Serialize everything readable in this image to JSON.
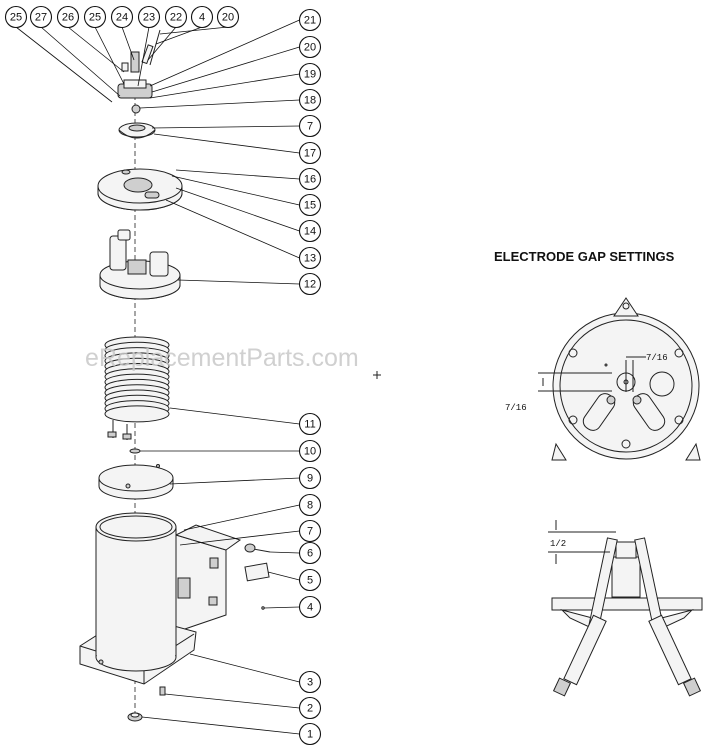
{
  "diagram": {
    "title": "ELECTRODE GAP SETTINGS",
    "watermark": "eReplacementParts.com",
    "dimensions": {
      "top_view_horizontal": "7/16",
      "top_view_vertical": "7/16",
      "side_view_gap": "1/2"
    },
    "callouts_top": [
      "25",
      "27",
      "26",
      "25",
      "24",
      "23",
      "22",
      "4",
      "20"
    ],
    "callouts_right": [
      "21",
      "20",
      "19",
      "18",
      "7",
      "17",
      "16",
      "15",
      "14",
      "13",
      "12",
      "11",
      "10",
      "9",
      "8",
      "7",
      "6",
      "5",
      "4",
      "3",
      "2",
      "1"
    ]
  }
}
